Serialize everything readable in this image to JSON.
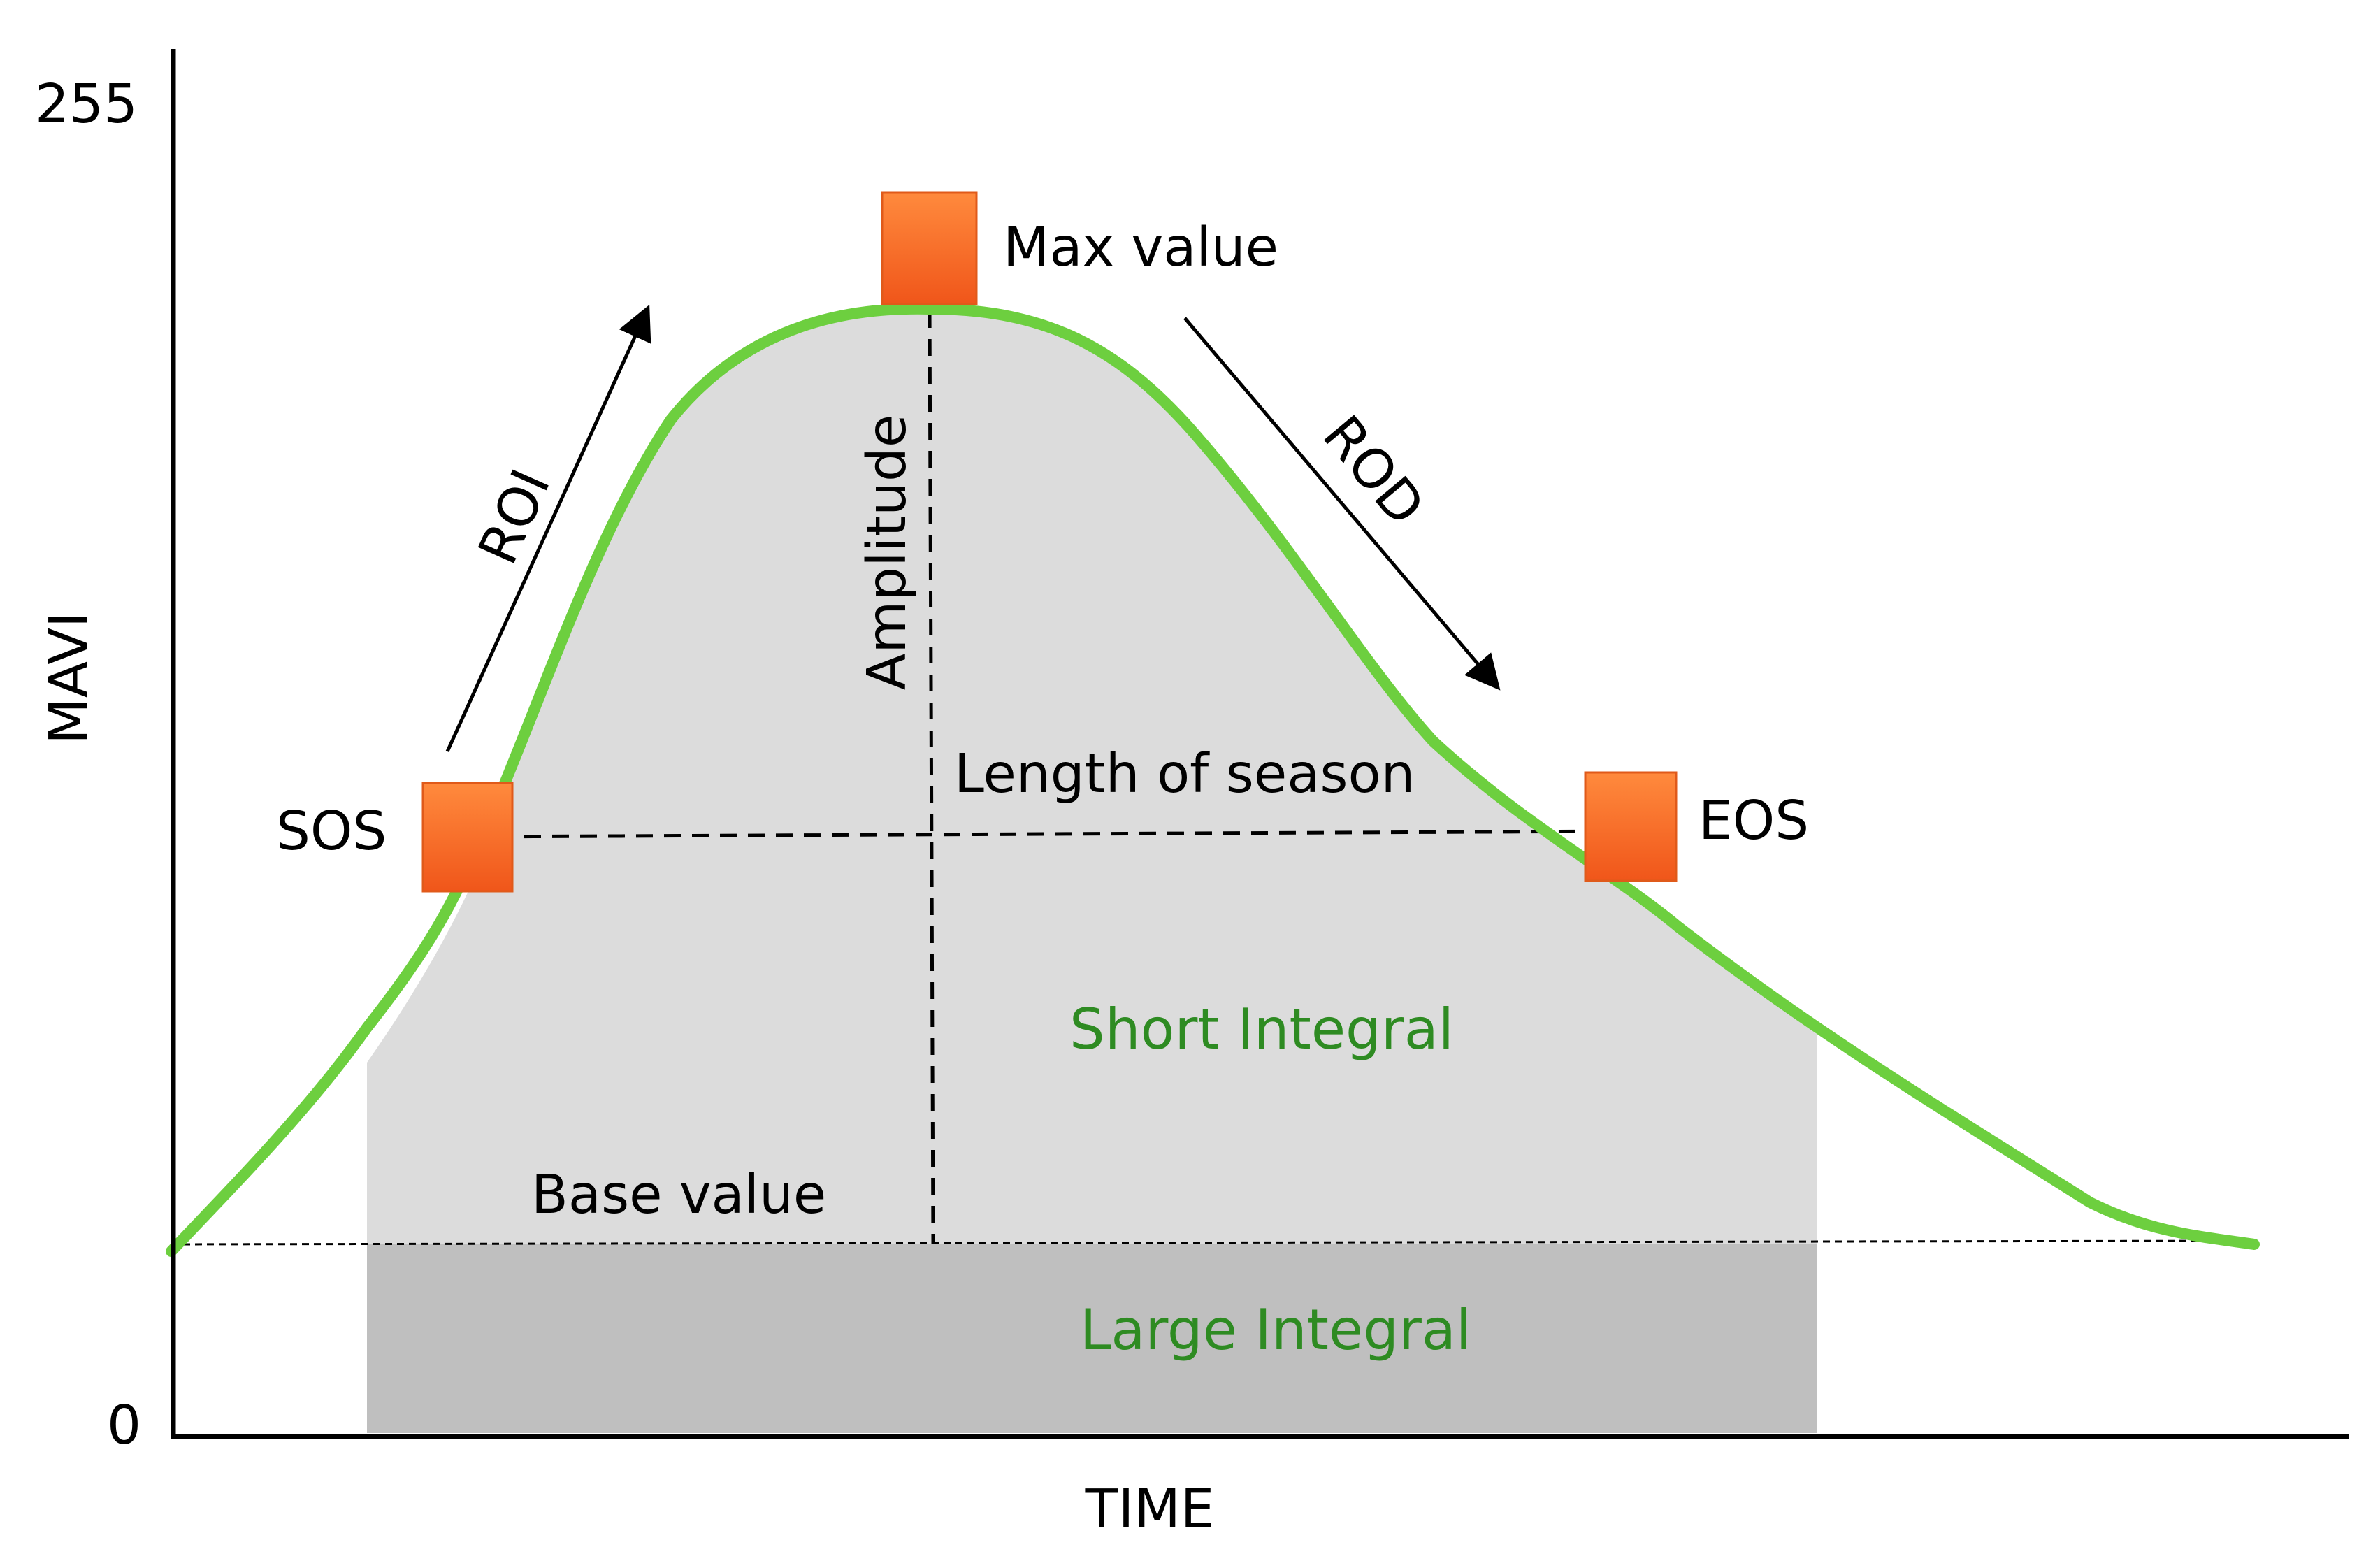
{
  "y_axis": {
    "label": "MAVI",
    "tick_top": "255",
    "tick_bottom": "0"
  },
  "x_axis": {
    "label": "TIME"
  },
  "markers": {
    "sos": "SOS",
    "eos": "EOS",
    "max": "Max value"
  },
  "annotations": {
    "roi": "ROI",
    "rod": "ROD",
    "amplitude": "Amplitude",
    "length_of_season": "Length of season",
    "base_value": "Base value",
    "short_integral": "Short Integral",
    "large_integral": "Large Integral"
  },
  "colors": {
    "curve": "#6dcf3f",
    "marker": "#f26522",
    "integral_text": "#2e8b22",
    "short_integral_fill": "#dcdcdc",
    "large_integral_fill": "#bfbfbf",
    "axis": "#000000"
  }
}
